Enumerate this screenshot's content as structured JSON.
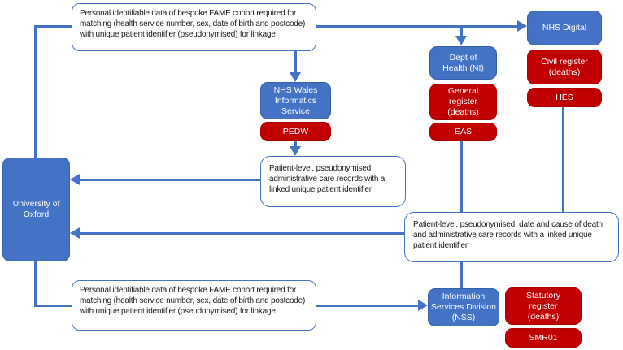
{
  "diagram_title": "FAME cohort data linkage flow diagram",
  "colors": {
    "org_box_blue": "#4472C4",
    "dataset_box_red": "#C00000",
    "connector_blue": "#4472C4",
    "info_box_border_blue": "#4472C4",
    "info_box_background": "#FFFFFF",
    "text_on_color": "#FFFFFF",
    "text_on_white": "#1A1A1A"
  },
  "nodes": {
    "info_top": {
      "text": "Personal identifiable data of bespoke FAME cohort required for matching (health service number, sex, date of birth and postcode) with unique patient identifier (pseudonymised) for linkage"
    },
    "nhs_digital": {
      "label": "NHS Digital"
    },
    "dept_health_ni": {
      "label": "Dept of Health (NI)"
    },
    "civil_register": {
      "label": "Civil register (deaths)"
    },
    "nwis": {
      "label": "NHS Wales Informatics Service"
    },
    "pedw": {
      "label": "PEDW"
    },
    "general_register": {
      "label": "General register (deaths)"
    },
    "eas": {
      "label": "EAS"
    },
    "hes": {
      "label": "HES"
    },
    "oxford": {
      "label": "University of Oxford"
    },
    "patient_admin": {
      "text": "Patient-level, pseudonymised, administrative care records with a linked unique patient identifier"
    },
    "patient_death": {
      "text": "Patient-level, pseudonymised, date and cause of death and administrative care records with a linked unique patient identifier"
    },
    "info_bottom": {
      "text": "Personal identifiable data of bespoke FAME cohort required for matching (health service number, sex, date of birth and postcode) with unique patient identifier (pseudonymised) for linkage"
    },
    "isd_nss": {
      "label": "Information Services Division (NSS)"
    },
    "statutory_register": {
      "label": "Statutory register (deaths)"
    },
    "smr01": {
      "label": "SMR01"
    }
  },
  "connections": [
    {
      "from": "info_top",
      "to": "oxford",
      "type": "elbow-line"
    },
    {
      "from": "info_top",
      "to": "nhs_digital",
      "type": "arrow"
    },
    {
      "from": "info_top",
      "to": "dept_health_ni",
      "type": "arrow"
    },
    {
      "from": "info_top",
      "to": "nwis",
      "type": "arrow"
    },
    {
      "from": "pedw",
      "to": "patient_admin",
      "type": "arrow"
    },
    {
      "from": "patient_admin",
      "to": "oxford",
      "type": "arrow"
    },
    {
      "from": "eas",
      "to": "patient_death",
      "type": "line"
    },
    {
      "from": "hes",
      "to": "patient_death",
      "type": "line"
    },
    {
      "from": "patient_death",
      "to": "oxford",
      "type": "arrow"
    },
    {
      "from": "patient_death",
      "to": "isd_nss",
      "type": "line"
    },
    {
      "from": "oxford",
      "to": "info_bottom",
      "type": "elbow-line"
    },
    {
      "from": "info_bottom",
      "to": "isd_nss",
      "type": "arrow"
    }
  ]
}
